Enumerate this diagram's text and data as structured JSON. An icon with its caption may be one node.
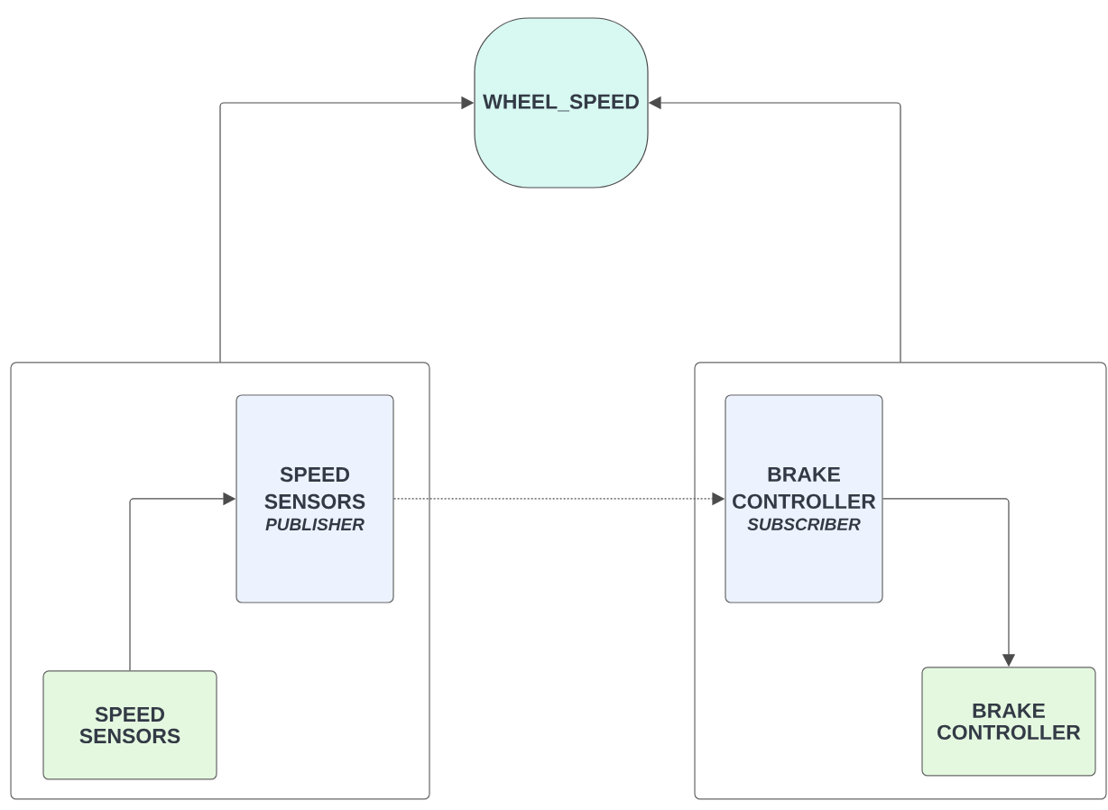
{
  "diagram": {
    "nodes": [
      {
        "text": [
          "WHEEL_SPEED"
        ]
      },
      {
        "text": [],
        "shape": "box"
      },
      {
        "text": [
          "SPEED SENSORS",
          "PUBLISHER"
        ],
        "in": 1
      },
      {
        "text": [
          "SPEED SENSORS"
        ],
        "in": 1
      },
      {
        "text": [],
        "shape": "box"
      },
      {
        "text": [
          "BRAKE CONTROLLER",
          "SUBSCRIBER"
        ],
        "in": 4
      },
      {
        "text": [
          "BRAKE CONTROLLER"
        ],
        "in": 4
      }
    ],
    "edges": [
      {
        "from": 1,
        "to": 0,
        "arrow": "to"
      },
      {
        "from": 4,
        "to": 0,
        "arrow": "to"
      },
      {
        "from": 3,
        "to": 2,
        "arrow": "to"
      },
      {
        "from": 2,
        "to": 5,
        "arrow": "to",
        "style": "dashed"
      },
      {
        "from": 5,
        "to": 6,
        "arrow": "to"
      }
    ]
  }
}
